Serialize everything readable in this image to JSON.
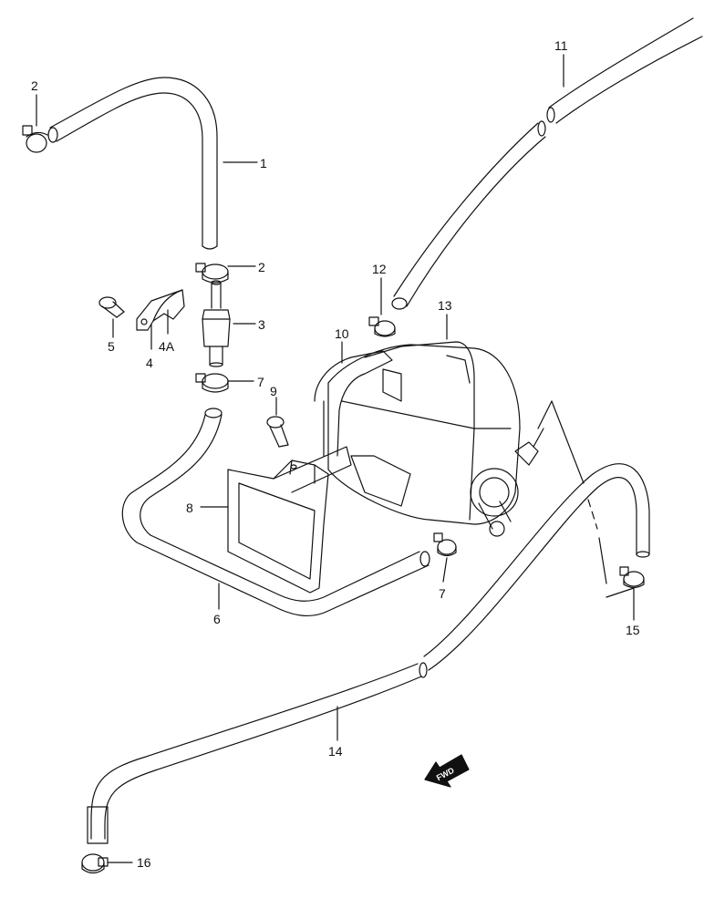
{
  "diagram": {
    "callouts": {
      "c1": "1",
      "c2a": "2",
      "c2b": "2",
      "c3": "3",
      "c4": "4",
      "c4a": "4A",
      "c5": "5",
      "c6": "6",
      "c7a": "7",
      "c7b": "7",
      "c8": "8",
      "c9": "9",
      "c10": "10",
      "c11": "11",
      "c12": "12",
      "c13": "13",
      "c14": "14",
      "c15": "15",
      "c16": "16"
    },
    "direction_arrow": "FWD"
  },
  "colors": {
    "line": "#111111",
    "background": "#ffffff"
  }
}
